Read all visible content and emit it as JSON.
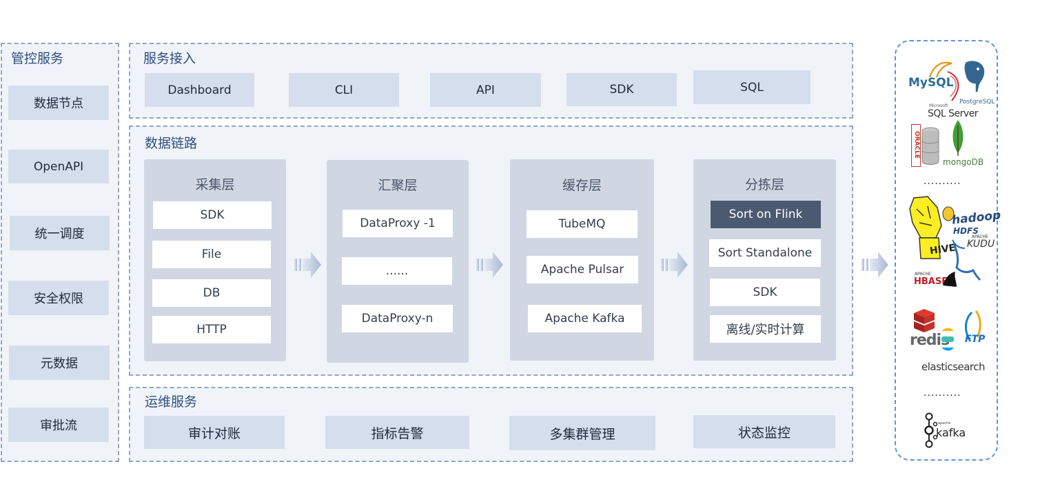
{
  "management": {
    "title": "管控服务",
    "items": [
      "数据节点",
      "OpenAPI",
      "统一调度",
      "安全权限",
      "元数据",
      "审批流"
    ]
  },
  "access": {
    "title": "服务接入",
    "items": [
      "Dashboard",
      "CLI",
      "API",
      "SDK",
      "SQL"
    ]
  },
  "pipeline": {
    "title": "数据链路",
    "layers": [
      {
        "title": "采集层",
        "items": [
          "SDK",
          "File",
          "DB",
          "HTTP"
        ]
      },
      {
        "title": "汇聚层",
        "items": [
          "DataProxy -1",
          "......",
          "DataProxy-n"
        ]
      },
      {
        "title": "缓存层",
        "items": [
          "TubeMQ",
          "Apache Pulsar",
          "Apache Kafka"
        ]
      },
      {
        "title": "分拣层",
        "items": [
          "Sort on Flink",
          "Sort Standalone",
          "SDK",
          "离线/实时计算"
        ]
      }
    ]
  },
  "ops": {
    "title": "运维服务",
    "items": [
      "审计对账",
      "指标告警",
      "多集群管理",
      "状态监控"
    ]
  },
  "targets": {
    "logos": {
      "mysql": "MySQL",
      "postgresql": "PostgreSQL",
      "sqlserver_small": "Microsoft",
      "sqlserver": "SQL Server",
      "oracle": "ORACLE",
      "mongodb": "mongoDB",
      "hadoop": "hadoop",
      "hdfs": "HDFS",
      "hive": "HIVE",
      "kudu_small": "APACHE",
      "kudu": "KUDU",
      "hbase_small": "APACHE",
      "hbase": "HBASE",
      "redis": "redis",
      "ftp": "FTP",
      "elasticsearch": "elasticsearch",
      "kafka_small": "apache",
      "kafka": "kafka"
    },
    "ellipsis": [
      "..........",
      "..........",
      ".........."
    ]
  },
  "colors": {
    "dashed_border": "#8fa6c8",
    "panel_bg": "#f0f4f9",
    "block_bg": "#d5deec",
    "layer_bg": "#d0d7e3",
    "dark_box": "#4b5a70",
    "title_text": "#2f4f7f",
    "right_border": "#5b95dc"
  }
}
